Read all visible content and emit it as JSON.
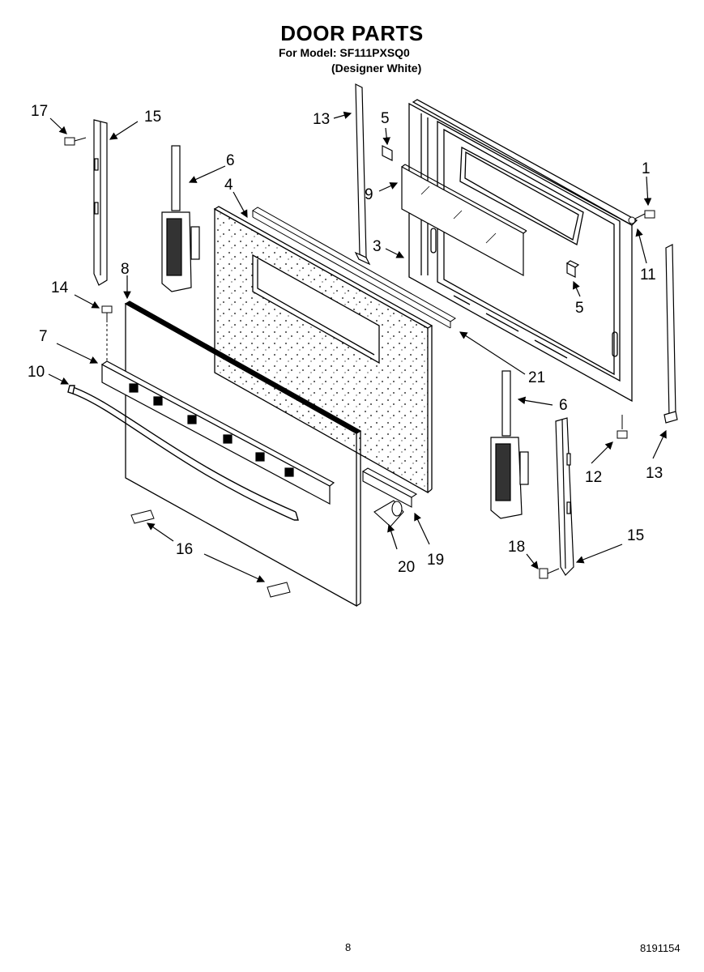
{
  "header": {
    "title": "DOOR PARTS",
    "model_line": "For Model: SF111PXSQ0",
    "variant_line": "(Designer White)"
  },
  "callouts": [
    {
      "id": "c17",
      "label": "17"
    },
    {
      "id": "c15a",
      "label": "15"
    },
    {
      "id": "c6a",
      "label": "6"
    },
    {
      "id": "c4",
      "label": "4"
    },
    {
      "id": "c13a",
      "label": "13"
    },
    {
      "id": "c5a",
      "label": "5"
    },
    {
      "id": "c9",
      "label": "9"
    },
    {
      "id": "c3",
      "label": "3"
    },
    {
      "id": "c1",
      "label": "1"
    },
    {
      "id": "c11",
      "label": "11"
    },
    {
      "id": "c5b",
      "label": "5"
    },
    {
      "id": "c8",
      "label": "8"
    },
    {
      "id": "c14",
      "label": "14"
    },
    {
      "id": "c7",
      "label": "7"
    },
    {
      "id": "c10",
      "label": "10"
    },
    {
      "id": "c21",
      "label": "21"
    },
    {
      "id": "c6b",
      "label": "6"
    },
    {
      "id": "c12",
      "label": "12"
    },
    {
      "id": "c13b",
      "label": "13"
    },
    {
      "id": "c16",
      "label": "16"
    },
    {
      "id": "c20",
      "label": "20"
    },
    {
      "id": "c19",
      "label": "19"
    },
    {
      "id": "c18",
      "label": "18"
    },
    {
      "id": "c15b",
      "label": "15"
    }
  ],
  "footer": {
    "page_number": "8",
    "document_number": "8191154"
  }
}
